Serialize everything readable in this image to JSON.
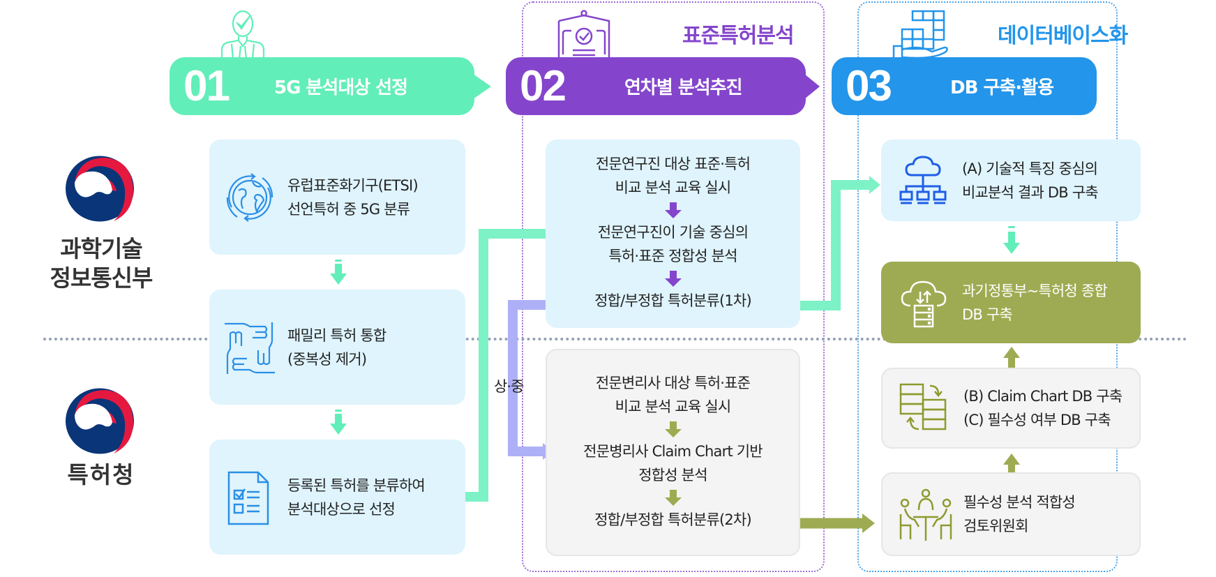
{
  "agencies": {
    "msit": {
      "name_line1": "과학기술",
      "name_line2": "정보통신부",
      "logo": "korea-government-emblem"
    },
    "kipo": {
      "name": "특허청",
      "logo": "korea-government-emblem"
    }
  },
  "steps": [
    {
      "number": "01",
      "title": "5G 분석대상 선정",
      "color": "#62EEB9",
      "icon": "person-checkmark-icon"
    },
    {
      "number": "02",
      "title": "연차별 분석추진",
      "color": "#8445CC",
      "icon": "certificate-icon",
      "group_title": "표준특허분석"
    },
    {
      "number": "03",
      "title": "DB 구축·활용",
      "color": "#2395EA",
      "icon": "database-blocks-hand-icon",
      "group_title": "데이터베이스화"
    }
  ],
  "column1": {
    "boxes": [
      {
        "line1": "유럽표준화기구(ETSI)",
        "line2": "선언특허 중 5G 분류",
        "icon": "globe-cycle-icon"
      },
      {
        "line1": "패밀리 특허 통합",
        "line2": "(중복성 제거)",
        "icon": "joined-hands-icon"
      },
      {
        "line1": "등록된 특허를 분류하여",
        "line2": "분석대상으로 선정",
        "icon": "checklist-document-icon"
      }
    ]
  },
  "column2": {
    "top": {
      "items": [
        {
          "line1": "전문연구진 대상 표준·특허",
          "line2": "비교 분석 교육 실시"
        },
        {
          "line1": "전문연구진이 기술 중심의",
          "line2": "특허·표준 정합성 분석"
        },
        {
          "line1": "정합/부정합 특허분류(1차)"
        }
      ]
    },
    "bottom": {
      "items": [
        {
          "line1": "전문변리사 대상 특허·표준",
          "line2": "비교 분석 교육 실시"
        },
        {
          "line1": "전문병리사 Claim Chart 기반",
          "line2": "정합성 분석"
        },
        {
          "line1": "정합/부정합 특허분류(2차)"
        }
      ]
    },
    "branch_label": "상·중"
  },
  "column3": {
    "boxes": [
      {
        "line1": "(A) 기술적 특징 중심의",
        "line2": "비교분석 결과 DB 구축",
        "icon": "cloud-network-icon"
      },
      {
        "line1": "과기정통부~특허청 종합",
        "line2": "DB 구축",
        "icon": "cloud-server-sync-icon"
      },
      {
        "line1": "(B) Claim Chart DB 구축",
        "line2": "(C) 필수성 여부 DB 구축",
        "icon": "server-sync-icon"
      },
      {
        "line1": "필수성 분석 적합성",
        "line2": "검토위원회",
        "icon": "meeting-people-icon"
      }
    ]
  },
  "colors": {
    "mint": "#62EEB9",
    "connector_mint": "#7DF2C6",
    "purple": "#8445CC",
    "lavender": "#AEB0F7",
    "blue": "#2395EA",
    "olive": "#9FAB52",
    "light_box": "#DFF4FD",
    "gray_box": "#F4F4F4"
  }
}
